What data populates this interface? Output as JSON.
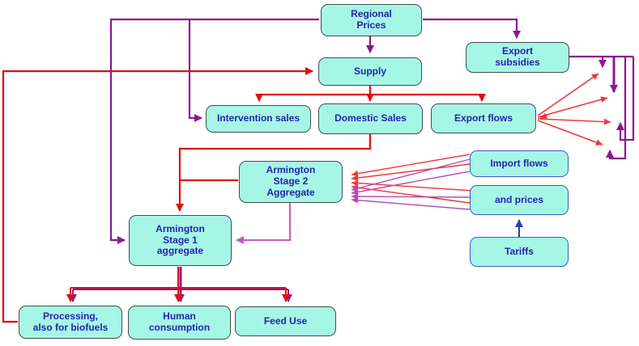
{
  "diagram": {
    "colors": {
      "box-fill": "#a6f6e6",
      "box-border": "#3f4f4f",
      "blue-border": "#3a5fc8",
      "text": "#2424ae",
      "purple": "#8c1796",
      "red": "#e01010",
      "fan-red": "#f03838",
      "fan-purple": "#b44cb4",
      "pink": "#c45ac0",
      "navy": "#2b3fa8"
    },
    "nodes": [
      {
        "id": "regional-prices",
        "label": "Regional\nPrices"
      },
      {
        "id": "supply",
        "label": "Supply"
      },
      {
        "id": "export-subsidies",
        "label": "Export\nsubsidies"
      },
      {
        "id": "intervention-sales",
        "label": "Intervention sales"
      },
      {
        "id": "domestic-sales",
        "label": "Domestic Sales"
      },
      {
        "id": "export-flows",
        "label": "Export flows"
      },
      {
        "id": "armington-stage2",
        "label": "Armington\nStage 2\nAggregate"
      },
      {
        "id": "import-flows",
        "label": "Import flows"
      },
      {
        "id": "and-prices",
        "label": "and prices"
      },
      {
        "id": "tariffs",
        "label": "Tariffs"
      },
      {
        "id": "armington-stage1",
        "label": "Armington\nStage 1\naggregate"
      },
      {
        "id": "processing",
        "label": "Processing,\nalso for biofuels"
      },
      {
        "id": "human-consumption",
        "label": "Human\nconsumption"
      },
      {
        "id": "feed-use",
        "label": "Feed Use"
      }
    ],
    "edges": [
      {
        "from": "Regional Prices",
        "to": "Supply",
        "color": "purple"
      },
      {
        "from": "Regional Prices",
        "to": "Export subsidies",
        "color": "purple"
      },
      {
        "from": "Regional Prices",
        "to": "Intervention sales",
        "color": "purple"
      },
      {
        "from": "Regional Prices",
        "to": "Armington Stage 1 aggregate",
        "color": "purple"
      },
      {
        "from": "Export subsidies",
        "to": "trade links (other regions)",
        "color": "purple"
      },
      {
        "from": "Supply",
        "to": "Intervention sales",
        "color": "red"
      },
      {
        "from": "Supply",
        "to": "Domestic Sales",
        "color": "red"
      },
      {
        "from": "Supply",
        "to": "Export flows",
        "color": "red"
      },
      {
        "from": "Processing, also for biofuels",
        "to": "Supply",
        "color": "red"
      },
      {
        "from": "Domestic Sales",
        "to": "Armington Stage 2 Aggregate",
        "color": "red"
      },
      {
        "from": "Domestic Sales",
        "to": "Armington Stage 1 aggregate",
        "color": "red"
      },
      {
        "from": "Export flows",
        "to": "trade links (other regions)",
        "color": "red"
      },
      {
        "from": "Import flows",
        "to": "Armington Stage 2 Aggregate",
        "color": "red / purple"
      },
      {
        "from": "and prices",
        "to": "Armington Stage 2 Aggregate",
        "color": "red / purple"
      },
      {
        "from": "Tariffs",
        "to": "and prices",
        "color": "navy"
      },
      {
        "from": "Armington Stage 2 Aggregate",
        "to": "Armington Stage 1 aggregate",
        "color": "pink"
      },
      {
        "from": "Armington Stage 1 aggregate",
        "to": "Processing, also for biofuels",
        "color": "red / purple"
      },
      {
        "from": "Armington Stage 1 aggregate",
        "to": "Human consumption",
        "color": "red / purple"
      },
      {
        "from": "Armington Stage 1 aggregate",
        "to": "Feed Use",
        "color": "red / purple"
      }
    ]
  }
}
